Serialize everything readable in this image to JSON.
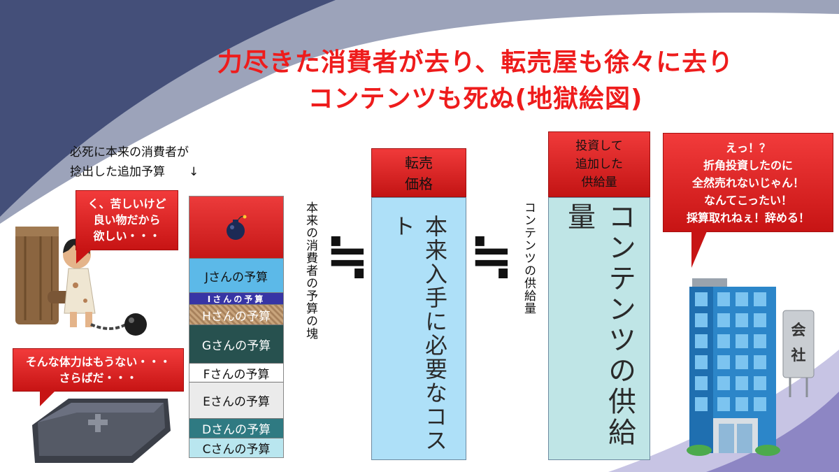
{
  "title": {
    "line1": "力尽きた消費者が去り、転売屋も徐々に去り",
    "line2": "コンテンツも死ぬ(地獄絵図)"
  },
  "caption": {
    "line1": "必死に本来の消費者が",
    "line2": "捻出した追加予算　　↓"
  },
  "bubbles": {
    "consumer": [
      "く、苦しいけど",
      "良い物だから",
      "欲しい・・・"
    ],
    "coffin": [
      "そんな体力はもうない・・・",
      "さらばだ・・・"
    ],
    "company": [
      "えっ！？",
      "折角投資したのに",
      "全然売れないじゃん！",
      "なんてこったい！",
      "採算取れねぇ！辞める！"
    ]
  },
  "budget_stack": [
    "Jさんの予算",
    "Iさんの予算",
    "Hさんの予算",
    "Gさんの予算",
    "Fさんの予算",
    "Eさんの予算",
    "Dさんの予算",
    "Cさんの予算"
  ],
  "labels": {
    "stack_vertical": "本来の消費者の予算の塊",
    "approx1": "≒",
    "resale_head": [
      "転売",
      "価格"
    ],
    "resale_body": "本来入手に必要なコスト",
    "approx2": "≒",
    "supply_vertical": "コンテンツの供給量",
    "invest_head": [
      "投資して",
      "追加した",
      "供給量"
    ],
    "supply_body": "コンテンツの供給量",
    "company_sign": [
      "会",
      "社"
    ]
  },
  "colors": {
    "title_red": "#ee1c1c",
    "header_red": "#d82020",
    "navy": "#3c4670",
    "resale_blue": "#aee0f8",
    "supply_teal": "#bfe5e6"
  }
}
